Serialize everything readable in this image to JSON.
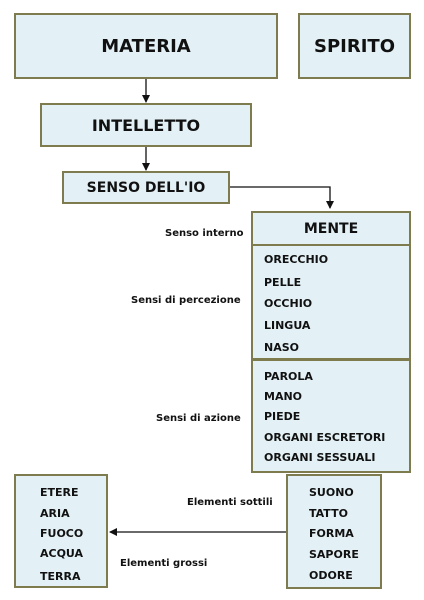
{
  "diagram": {
    "materia": "MATERIA",
    "spirito": "SPIRITO",
    "intelletto": "INTELLETTO",
    "senso_io": "SENSO DELL'IO",
    "mente": "MENTE",
    "percezione_items": [
      "ORECCHIO",
      "PELLE",
      "OCCHIO",
      "LINGUA",
      "NASO"
    ],
    "azione_items": [
      "PAROLA",
      "MANO",
      "PIEDE",
      "ORGANI ESCRETORI",
      "ORGANI SESSUALI"
    ],
    "sottili_items": [
      "SUONO",
      "TATTO",
      "FORMA",
      "SAPORE",
      "ODORE"
    ],
    "grossi_items": [
      "ETERE",
      "ARIA",
      "FUOCO",
      "ACQUA",
      "TERRA"
    ],
    "labels": {
      "senso_interno": "Senso interno",
      "sensi_percezione": "Sensi di percezione",
      "sensi_azione": "Sensi di azione",
      "elementi_sottili": "Elementi sottili",
      "elementi_grossi": "Elementi grossi"
    },
    "colors": {
      "box_fill": "#e3f1f6",
      "box_border": "#7e7b4e",
      "arrow": "#111111"
    }
  }
}
